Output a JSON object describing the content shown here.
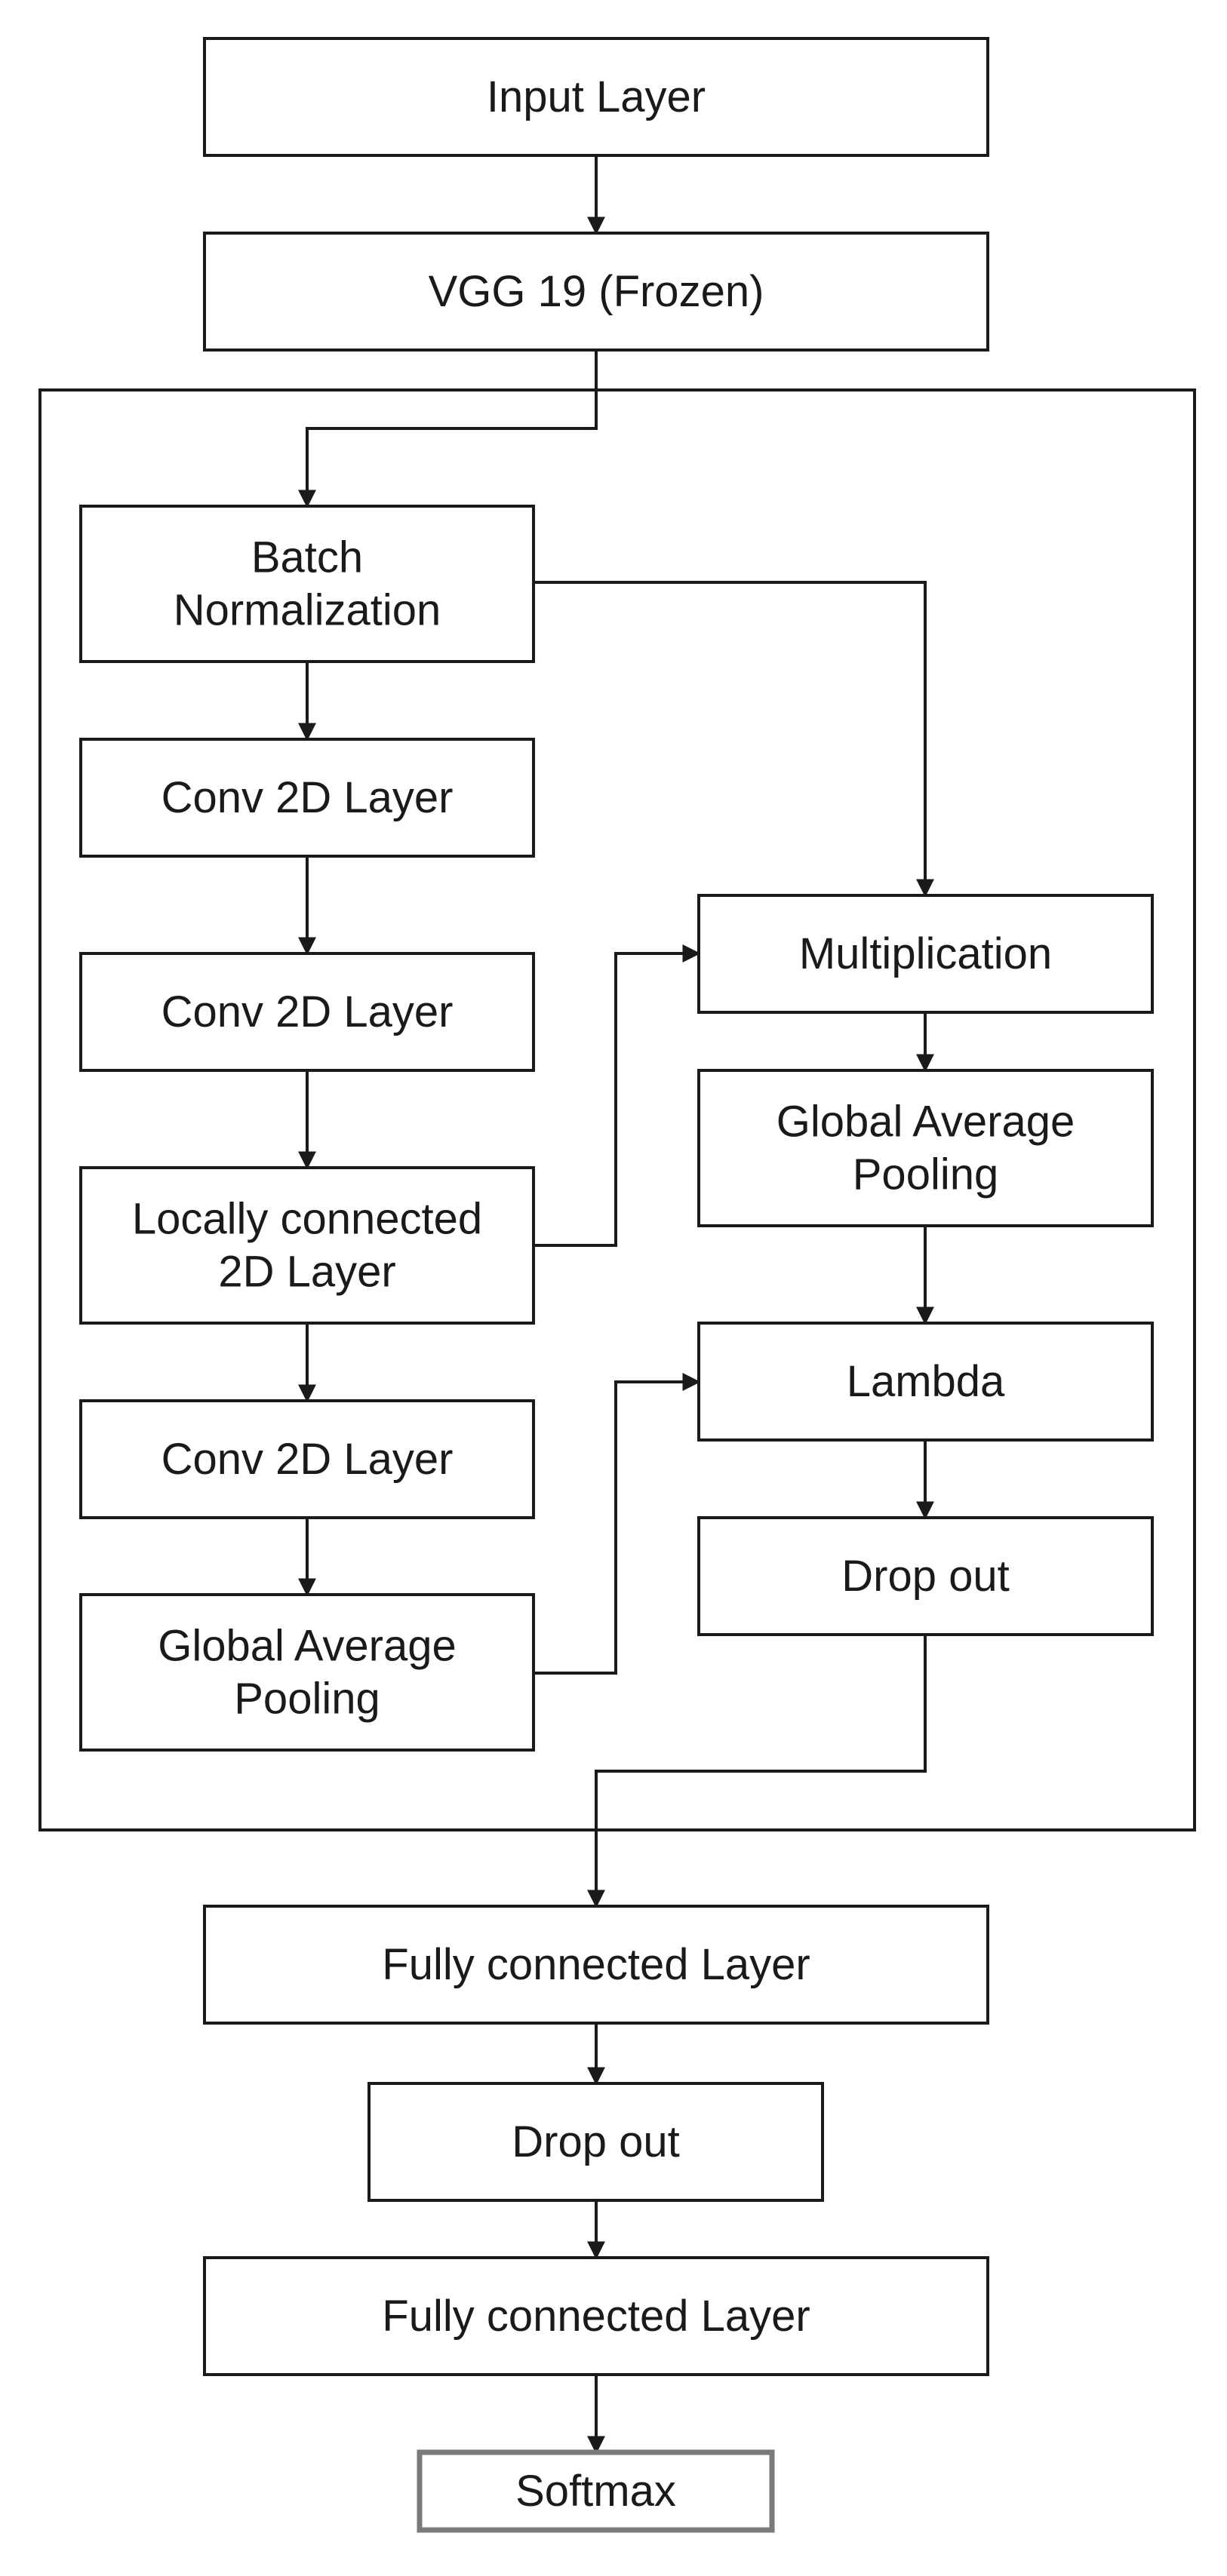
{
  "nodes": {
    "input": [
      "Input Layer"
    ],
    "vgg": [
      "VGG 19 (Frozen)"
    ],
    "batch_norm": [
      "Batch",
      "Normalization"
    ],
    "conv1": [
      "Conv 2D Layer"
    ],
    "conv2": [
      "Conv 2D Layer"
    ],
    "local": [
      "Locally connected",
      "2D Layer"
    ],
    "conv3": [
      "Conv 2D Layer"
    ],
    "gap_left": [
      "Global Average",
      "Pooling"
    ],
    "mult": [
      "Multiplication"
    ],
    "gap_right": [
      "Global Average",
      "Pooling"
    ],
    "lambda": [
      "Lambda"
    ],
    "drop_inner": [
      "Drop out"
    ],
    "fc1": [
      "Fully connected Layer"
    ],
    "drop_outer": [
      "Drop out"
    ],
    "fc2": [
      "Fully connected Layer"
    ],
    "softmax": [
      "Softmax"
    ]
  },
  "edges": [
    [
      "input",
      "vgg"
    ],
    [
      "vgg",
      "batch_norm"
    ],
    [
      "batch_norm",
      "conv1"
    ],
    [
      "batch_norm",
      "mult"
    ],
    [
      "conv1",
      "conv2"
    ],
    [
      "conv2",
      "local"
    ],
    [
      "local",
      "conv3"
    ],
    [
      "local",
      "mult"
    ],
    [
      "conv3",
      "gap_left"
    ],
    [
      "gap_left",
      "lambda"
    ],
    [
      "mult",
      "gap_right"
    ],
    [
      "gap_right",
      "lambda"
    ],
    [
      "lambda",
      "drop_inner"
    ],
    [
      "drop_inner",
      "fc1"
    ],
    [
      "fc1",
      "drop_outer"
    ],
    [
      "drop_outer",
      "fc2"
    ],
    [
      "fc2",
      "softmax"
    ]
  ],
  "colors": {
    "stroke": "#1a1a1a",
    "softmax_stroke": "#7a7a7a",
    "text": "#1a1a1a"
  }
}
